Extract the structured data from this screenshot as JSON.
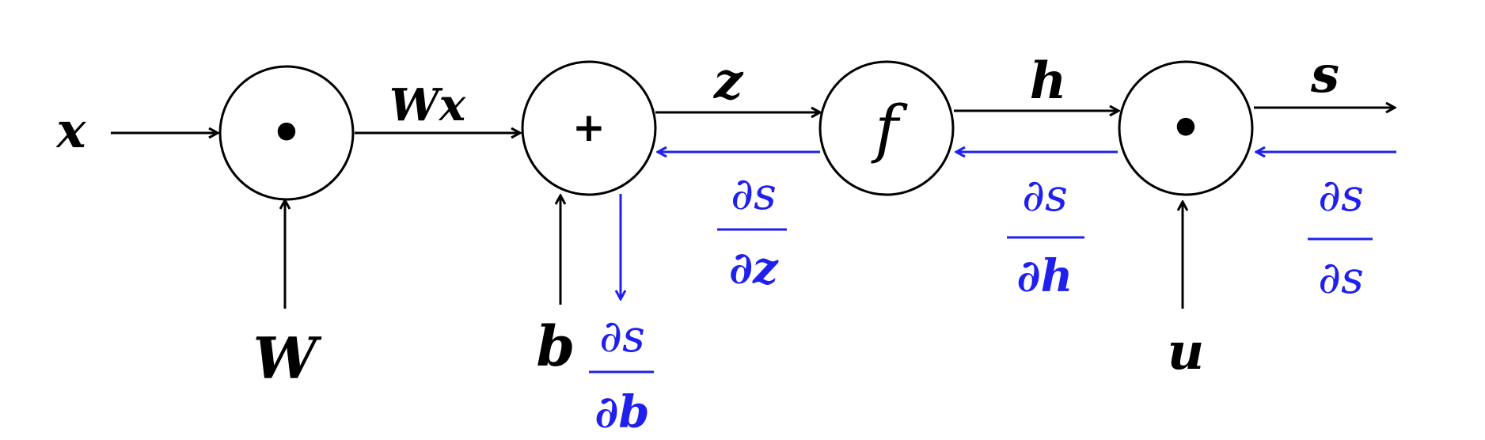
{
  "colors": {
    "forward": "#000000",
    "gradient": "#2020ee"
  },
  "nodes": {
    "multiply_1": {
      "symbol": "•"
    },
    "add": {
      "symbol": "+"
    },
    "activation": {
      "symbol": "f"
    },
    "multiply_2": {
      "symbol": "•"
    }
  },
  "labels": {
    "x": "x",
    "W_input": "W",
    "Wx": "Wx",
    "b": "b",
    "z": "z",
    "h": "h",
    "u": "u",
    "s": "s"
  },
  "gradients": {
    "ds_db": {
      "numerator": "∂s",
      "denominator": "∂b"
    },
    "ds_dz": {
      "numerator": "∂s",
      "denominator": "∂z"
    },
    "ds_dh": {
      "numerator": "∂s",
      "denominator": "∂h"
    },
    "ds_ds": {
      "numerator": "∂s",
      "denominator": "∂s"
    }
  }
}
